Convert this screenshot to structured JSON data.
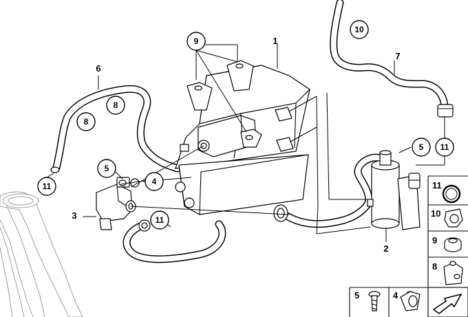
{
  "callouts": {
    "c1": "1",
    "c2": "2",
    "c3": "3",
    "c4": "4",
    "c5a": "5",
    "c5b": "5",
    "c6": "6",
    "c7": "7",
    "c8a": "8",
    "c8b": "8",
    "c9": "9",
    "c10": "10",
    "c11a": "11",
    "c11b": "11",
    "c11c": "11"
  },
  "legend": {
    "r11": "11",
    "r10": "10",
    "r9": "9",
    "r8": "8",
    "r5": "5",
    "r4": "4"
  },
  "icons": [
    "clamp-ring-icon",
    "hose-clip-icon",
    "grommet-nut-icon",
    "bracket-clip-icon",
    "screw-icon",
    "rubber-plug-icon",
    "view-arrow-icon"
  ]
}
